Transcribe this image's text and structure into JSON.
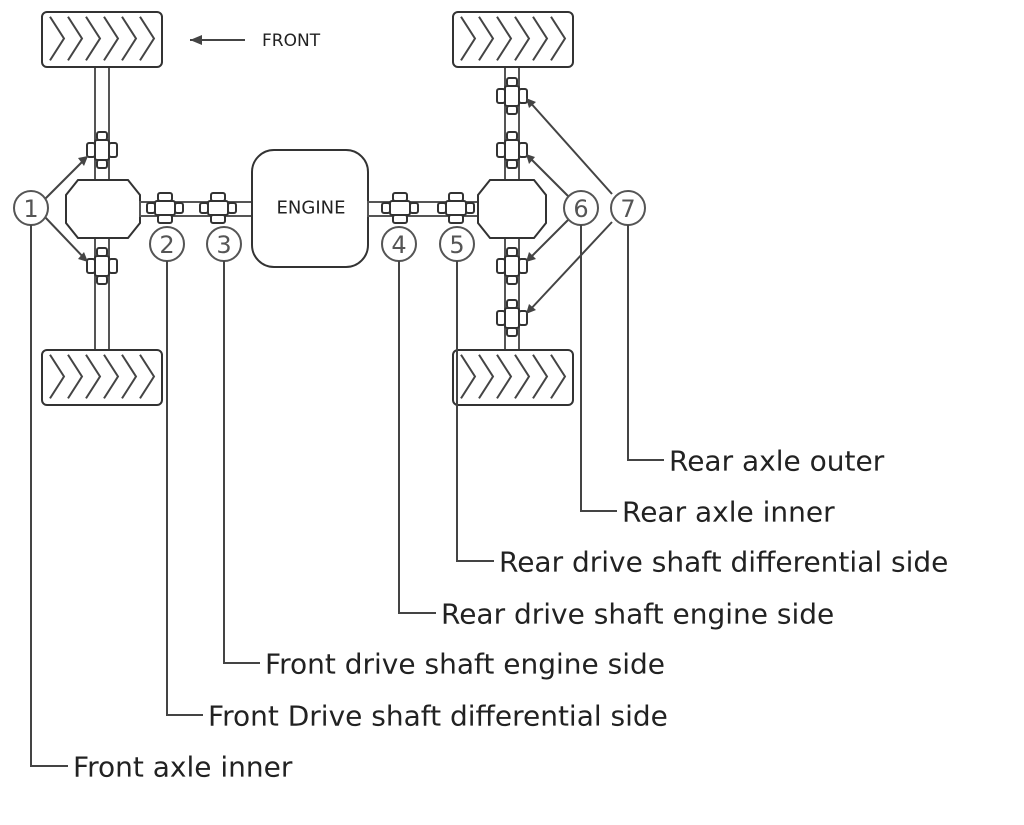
{
  "diagram": {
    "engine_label": "ENGINE",
    "front_label": "FRONT",
    "callouts": [
      "1",
      "2",
      "3",
      "4",
      "5",
      "6",
      "7"
    ],
    "legend": [
      "Rear axle outer",
      "Rear axle inner",
      "Rear drive shaft differential side",
      "Rear drive shaft engine side",
      "Front drive shaft engine side",
      "Front Drive shaft differential side",
      "Front axle inner"
    ]
  }
}
